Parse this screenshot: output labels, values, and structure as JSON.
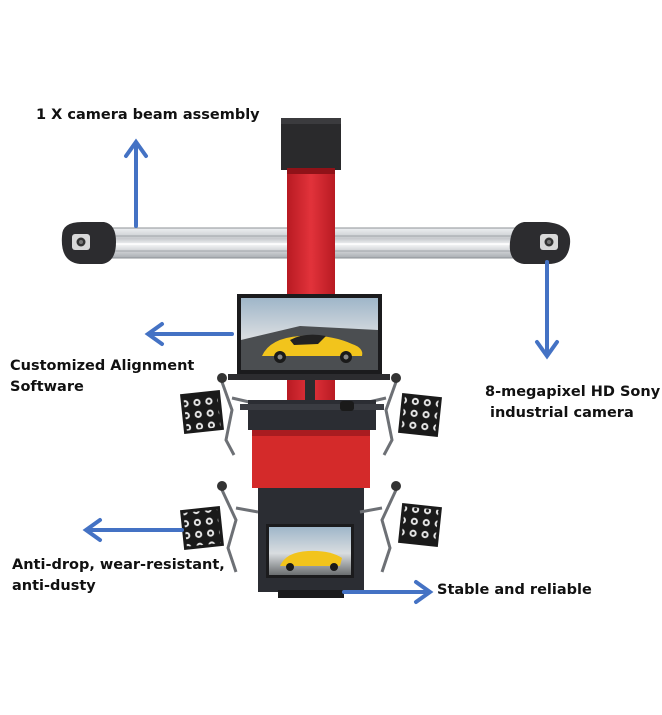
{
  "labels": {
    "beam": "1 X camera beam assembly",
    "software_line1": "Customized Alignment",
    "software_line2": "Software",
    "camera_line1": "8-megapixel HD Sony",
    "camera_line2": "industrial camera",
    "antidrop_line1": "Anti-drop, wear-resistant,",
    "antidrop_line2": "anti-dusty",
    "stable": "Stable and reliable"
  },
  "colors": {
    "arrow": "#4472c4",
    "column": "#d8222c",
    "cabinet_red": "#d42a2a",
    "cabinet_dark": "#2b2d33",
    "beam": "#c9ccd0",
    "target": "#1a1a1a"
  }
}
